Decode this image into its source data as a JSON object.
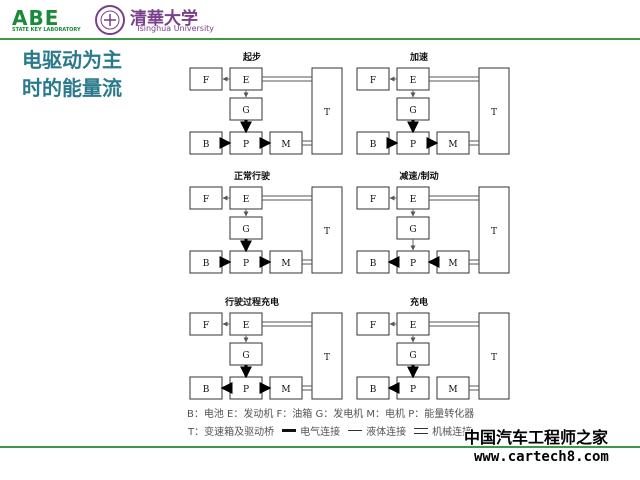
{
  "header": {
    "logo_text": "ABE",
    "logo_sub": "STATE KEY LABORATORY",
    "university_name": "清華大学",
    "university_en": "Tsinghua University"
  },
  "slide": {
    "title_line1": "电驱动为主",
    "title_line2": "时的能量流"
  },
  "panels": [
    {
      "caption": "起步",
      "boxes": {
        "F": "F",
        "E": "E",
        "G": "G",
        "B": "B",
        "P": "P",
        "M": "M",
        "T": "T"
      },
      "flows": {
        "e_g": "thin",
        "g_p": "thick-down",
        "b_p": "thick-right",
        "p_m": "thick-right",
        "e_f": "thin"
      }
    },
    {
      "caption": "加速",
      "boxes": {
        "F": "F",
        "E": "E",
        "G": "G",
        "B": "B",
        "P": "P",
        "M": "M",
        "T": "T"
      },
      "flows": {
        "e_g": "thin",
        "g_p": "thick-down",
        "b_p": "thick-right",
        "p_m": "thick-right",
        "e_f": "thin"
      }
    },
    {
      "caption": "正常行驶",
      "boxes": {
        "F": "F",
        "E": "E",
        "G": "G",
        "B": "B",
        "P": "P",
        "M": "M",
        "T": "T"
      },
      "flows": {
        "e_g": "thin",
        "g_p": "thick-down",
        "b_p": "thick-right",
        "p_m": "thick-right",
        "e_f": "thin"
      }
    },
    {
      "caption": "减速/制动",
      "boxes": {
        "F": "F",
        "E": "E",
        "G": "G",
        "B": "B",
        "P": "P",
        "M": "M",
        "T": "T"
      },
      "flows": {
        "e_g": "thin",
        "g_p": "thin",
        "b_p": "thick-left",
        "p_m": "thick-left",
        "e_f": "thin"
      }
    },
    {
      "caption": "行驶过程充电",
      "boxes": {
        "F": "F",
        "E": "E",
        "G": "G",
        "B": "B",
        "P": "P",
        "M": "M",
        "T": "T"
      },
      "flows": {
        "e_g": "thin",
        "g_p": "thick-down",
        "b_p": "thick-left",
        "p_m": "thick-right",
        "e_f": "thin"
      }
    },
    {
      "caption": "充电",
      "boxes": {
        "F": "F",
        "E": "E",
        "G": "G",
        "B": "B",
        "P": "P",
        "M": "M",
        "T": "T"
      },
      "flows": {
        "e_g": "thin",
        "g_p": "thick-down",
        "b_p": "thick-left",
        "p_m": "none",
        "e_f": "thin"
      }
    }
  ],
  "legend": {
    "line1": "B：电池  E：发动机  F：油箱  G：发电机  M：电机  P：能量转化器",
    "line2_prefix": "T：变速箱及驱动桥",
    "electric": "电气连接",
    "fluid": "液体连接",
    "mechanical": "机械连接"
  },
  "watermark": {
    "cn": "中国汽车工程师之家",
    "url": "www.cartech8.com"
  },
  "colors": {
    "title": "#2a7a8c",
    "accent_line": "#3a9a4a",
    "logo_green": "#1a8a3a",
    "logo_purple": "#7a3f8a"
  }
}
